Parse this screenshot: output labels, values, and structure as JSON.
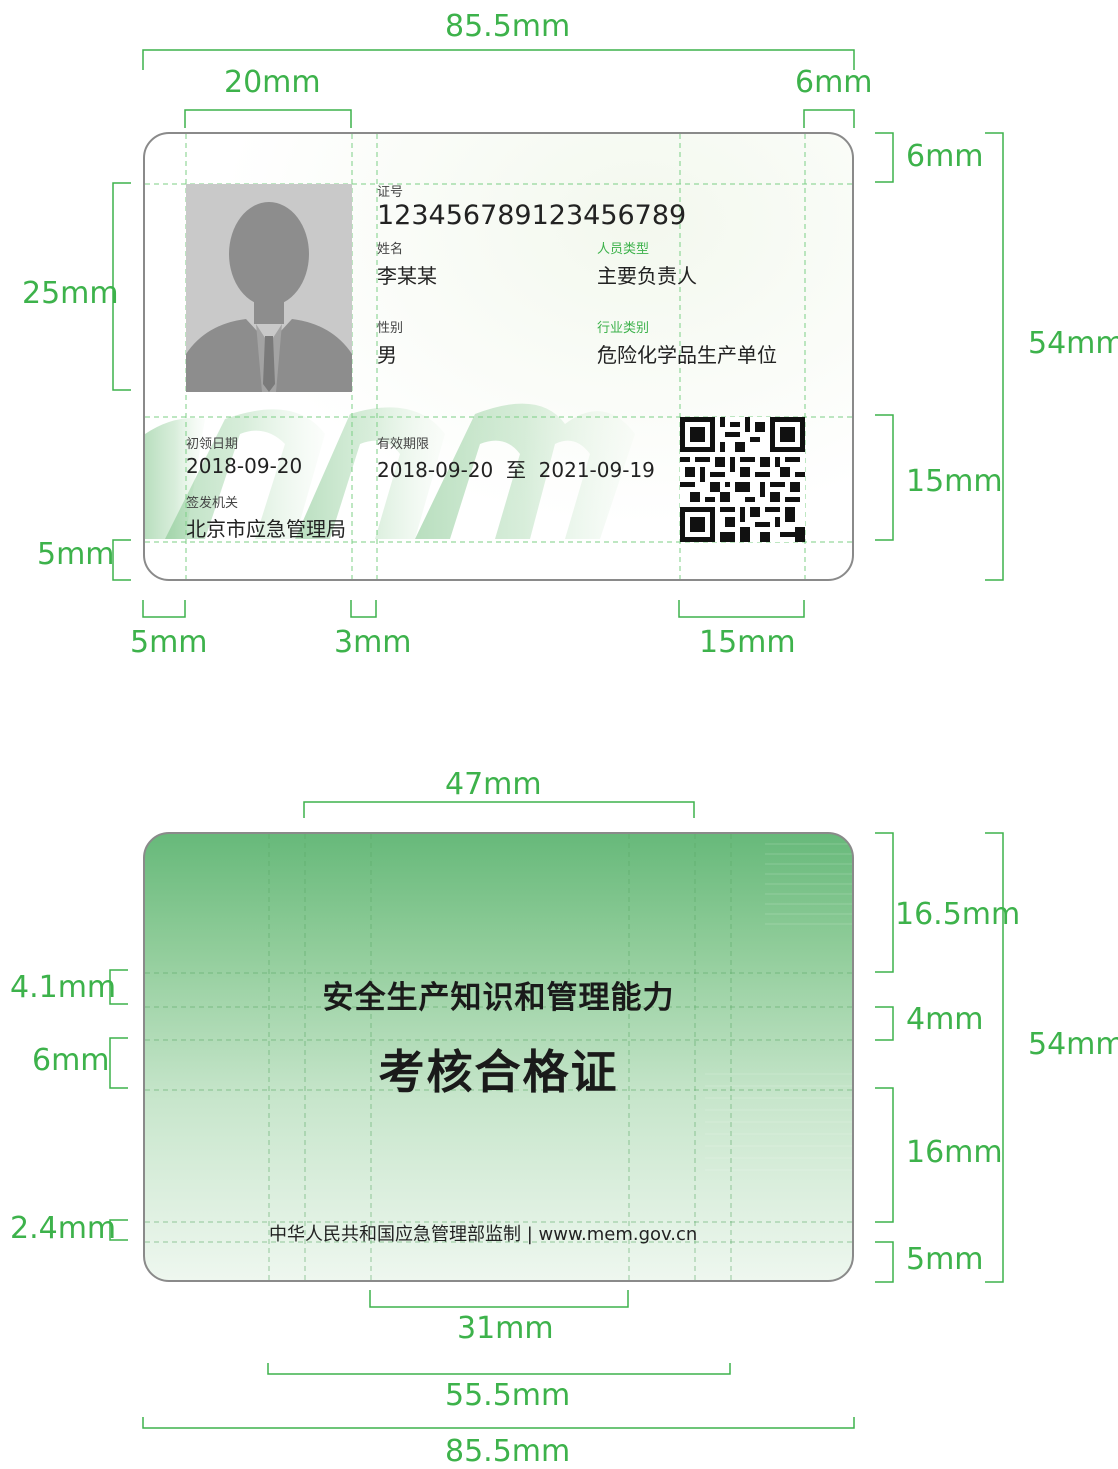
{
  "front": {
    "cert_no_label": "证号",
    "cert_no": "123456789123456789",
    "name_label": "姓名",
    "name": "李某某",
    "person_type_label": "人员类型",
    "person_type": "主要负责人",
    "gender_label": "性别",
    "gender": "男",
    "industry_label": "行业类别",
    "industry": "危险化学品生产单位",
    "first_issue_label": "初领日期",
    "first_issue": "2018-09-20",
    "validity_label": "有效期限",
    "validity": "2018-09-20  至  2021-09-19",
    "issuer_label": "签发机关",
    "issuer": "北京市应急管理局"
  },
  "back": {
    "title_line1": "安全生产知识和管理能力",
    "title_line2": "考核合格证",
    "footer": "中华人民共和国应急管理部监制 | www.mem.gov.cn"
  },
  "dimensions": {
    "front_top_width": "85.5mm",
    "photo_width": "20mm",
    "right_margin": "6mm",
    "top_margin": "6mm",
    "photo_height": "25mm",
    "card_height_front": "54mm",
    "bottom_strip": "15mm",
    "bottom_margin": "5mm",
    "left_margin": "5mm",
    "gap": "3mm",
    "qr_width": "15mm",
    "back_top_width": "47mm",
    "back_top_band": "16.5mm",
    "title1_height": "4.1mm",
    "title_gap": "4mm",
    "title2_height": "6mm",
    "card_height_back": "54mm",
    "back_lower_band": "16mm",
    "footer_height": "2.4mm",
    "back_bottom": "5mm",
    "title2_width": "31mm",
    "footer_width": "55.5mm",
    "back_bottom_width": "85.5mm"
  },
  "colors": {
    "accent": "#3db24b",
    "card_green": "#67b97a"
  }
}
